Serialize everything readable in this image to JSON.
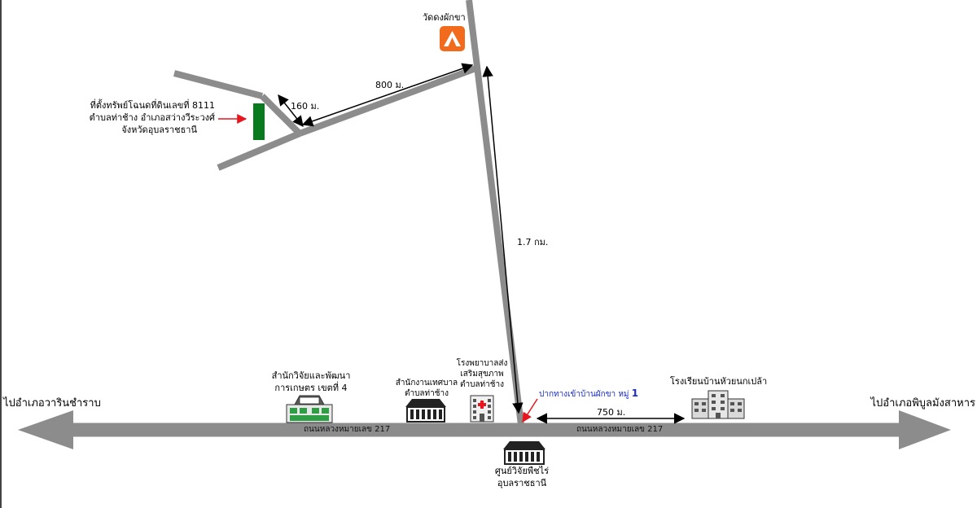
{
  "places": {
    "temple": "วัดดงผักขา",
    "parcel_line1": "ที่ตั้งทรัพย์โฉนดที่ดินเลขที่ 8111",
    "parcel_line2": "ตำบลท่าช้าง อำเภอสว่างวีระวงศ์",
    "parcel_line3": "จังหวัดอุบลราชธานี",
    "research_office_line1": "สำนักวิจัยและพัฒนา",
    "research_office_line2": "การเกษตร เขตที่ 4",
    "municipal_office_line1": "สำนักงานเทศบาล",
    "municipal_office_line2": "ตำบลท่าช้าง",
    "hospital_line1": "โรงพยาบาลส่ง",
    "hospital_line2": "เสริมสุขภาพ",
    "hospital_line3": "ตำบลท่าช้าง",
    "school": "โรงเรียนบ้านหัวยนกเปล้า",
    "field_crops_center_line1": "ศูนย์วิจัยพืชไร่",
    "field_crops_center_line2": "อุบลราชธานี",
    "junction_label": "ปากทางเข้าบ้านผักขา หมู่",
    "junction_number": "1"
  },
  "roads": {
    "highway_label_left": "ถนนหลวงหมายเลข 217",
    "highway_label_right": "ถนนหลวงหมายเลข 217",
    "to_left": "ไปอำเภอวารินชำราบ",
    "to_right": "ไปอำเภอพิบูลมังสาหาร"
  },
  "distances": {
    "d800": "800 ม.",
    "d160": "160 ม.",
    "d1700": "1.7 กม.",
    "d750": "750 ม."
  },
  "colors": {
    "road": "#8c8c8c",
    "parcel": "#0a7a1e",
    "temple_icon": "#f26b1d",
    "pointer_arrow": "#e8141e",
    "junction_text": "#1a2cc8"
  },
  "icons": {
    "temple": "camp-tent-icon",
    "government_building": "government-building-icon",
    "hospital": "hospital-icon",
    "school": "office-building-icon"
  }
}
